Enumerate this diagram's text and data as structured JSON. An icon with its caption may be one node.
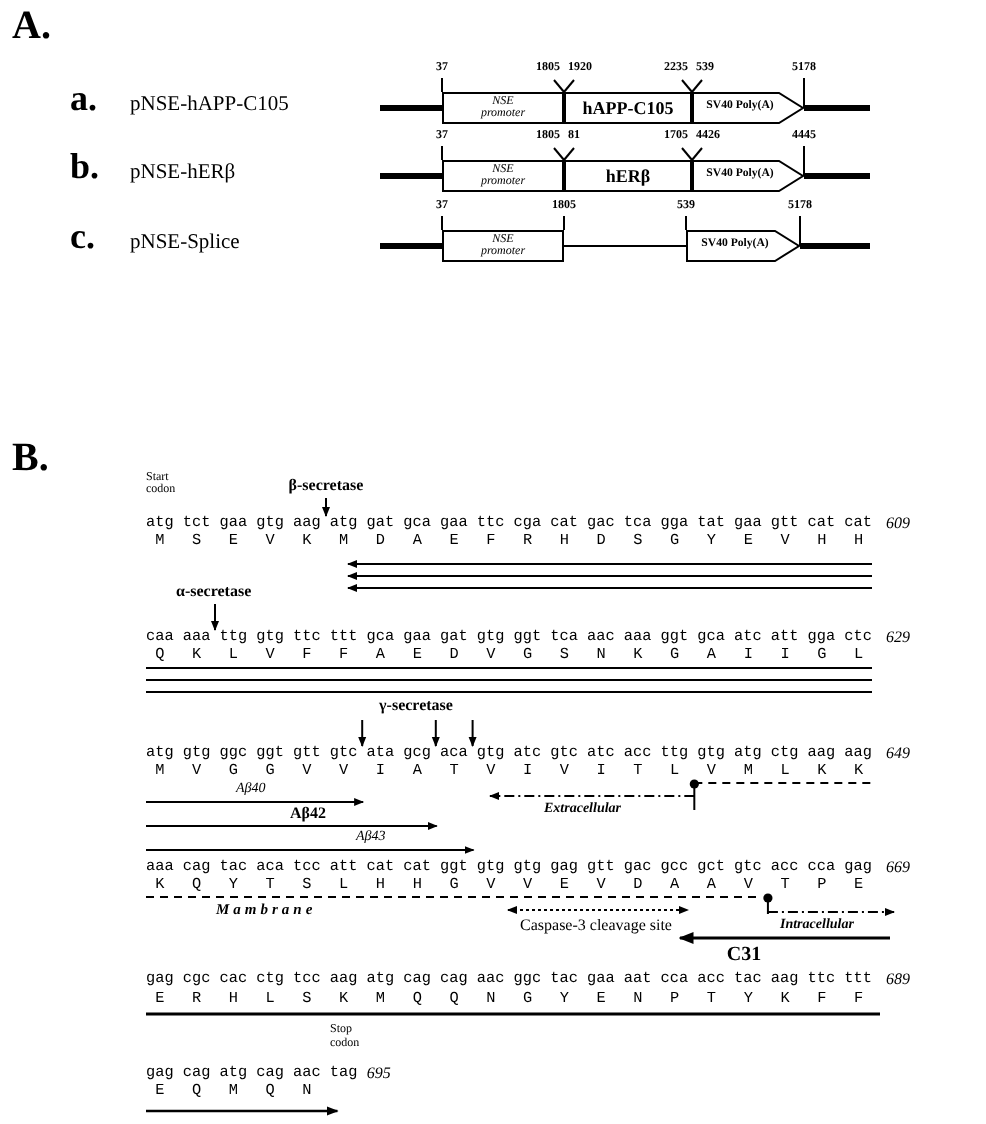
{
  "diagram": {
    "nodes": [
      {
        "text": [
          "NSE promoter"
        ]
      },
      {
        "text": [
          "hAPP-C105"
        ]
      },
      {
        "text": [
          "SV40 Poly(A)"
        ]
      },
      {
        "text": [
          "NSE promoter"
        ]
      },
      {
        "text": [
          "hERβ"
        ]
      },
      {
        "text": [
          "SV40 Poly(A)"
        ]
      },
      {
        "text": [
          "NSE promoter"
        ]
      },
      {
        "text": [
          "SV40 Poly(A)"
        ]
      }
    ],
    "edges": [
      {
        "from": 6,
        "to": 7,
        "arrow": "none"
      }
    ],
    "labels": [
      "A.",
      "a.",
      "pNSE-hAPP-C105",
      "37",
      "1805",
      "1920",
      "2235",
      "539",
      "5178",
      "b.",
      "pNSE-hERβ",
      "37",
      "1805",
      "81",
      "1705",
      "4426",
      "4445",
      "c.",
      "pNSE-Splice",
      "37",
      "1805",
      "539",
      "5178",
      "B.",
      "Start codon",
      "β-secretase",
      "atg tct gaa gtg aag atg gat gca gaa ttc cga cat gac tca gga tat gaa gtt cat cat",
      "609",
      "M S E V K M D A E F R H D S G Y E V H H",
      "α-secretase",
      "caa aaa ttg gtg ttc ttt gca gaa gat gtg ggt tca aac aaa ggt gca atc att gga ctc",
      "629",
      "Q K L V F F A E D V G S N K G A I I G L",
      "γ-secretase",
      "atg gtg ggc ggt gtt gtc ata gcg aca gtg atc gtc atc acc ttg gtg atg ctg aag aag",
      "649",
      "M V G G V V I A T V I V I T L V M L K K",
      "Aβ40",
      "Extracellular",
      "Aβ42",
      "Aβ43",
      "aaa cag tac aca tcc att cat cat ggt gtg gtg gag gtt gac gcc gct gtc acc cca gag",
      "669",
      "K Q Y T S L H H G V V E V D A A V T P E",
      "Mambrane",
      "Caspase-3 cleavage site",
      "Intracellular",
      "C31",
      "gag cgc cac ctg tcc aag atg cag cag aac ggc tac gaa aat cca acc tac aag ttc ttt",
      "689",
      "E R H L S K M Q Q N G Y E N P T Y K F F",
      "Stop codon",
      "gag cag atg cag aac tag",
      "695",
      "E Q M Q N"
    ]
  }
}
